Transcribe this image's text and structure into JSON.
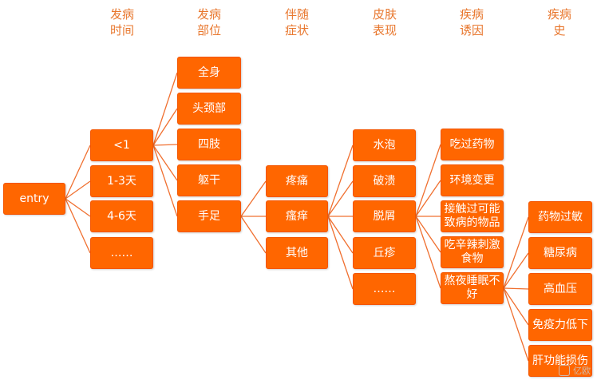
{
  "headers": {
    "time": "发病\n时间",
    "site": "发病\n部位",
    "symptom": "伴随\n症状",
    "skin": "皮肤\n表现",
    "trigger": "疾病\n诱因",
    "history": "疾病\n史"
  },
  "root": "entry",
  "time": [
    "<1",
    "1-3天",
    "4-6天",
    "……"
  ],
  "site": [
    "全身",
    "头颈部",
    "四肢",
    "躯干",
    "手足"
  ],
  "symptom": [
    "疼痛",
    "瘙痒",
    "其他"
  ],
  "skin": [
    "水泡",
    "破溃",
    "脱屑",
    "丘疹",
    "……"
  ],
  "trigger": [
    "吃过药物",
    "环境变更",
    "接触过可能\n致病的物品",
    "吃辛辣刺激\n食物",
    "熬夜睡眠不\n好"
  ],
  "history": [
    "药物过敏",
    "糖尿病",
    "高血压",
    "免疫力低下",
    "肝功能损伤"
  ],
  "watermark": "亿欧",
  "colors": {
    "node": "#FF6600",
    "line": "#F07030",
    "header": "#E8772E"
  }
}
